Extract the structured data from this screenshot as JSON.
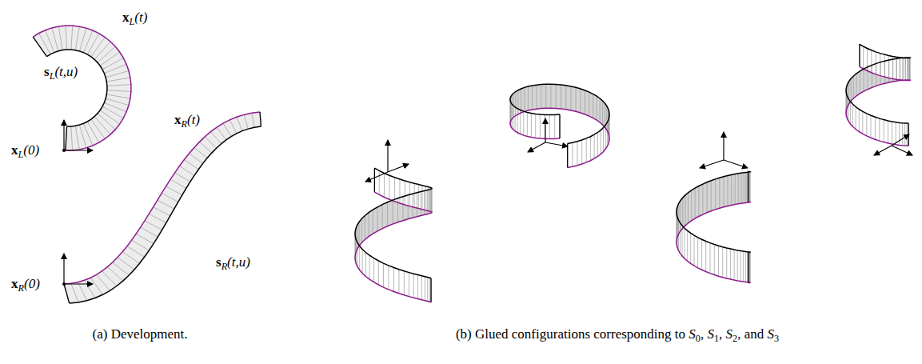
{
  "diagram": {
    "labels": [
      "xL(t)",
      "sL(t,u)",
      "xL(0)",
      "xR(t)",
      "sR(t,u)",
      "xR(0)",
      "(a) Development.",
      "(b) Glued configurations corresponding to S0, S1, S2, and S3"
    ]
  }
}
